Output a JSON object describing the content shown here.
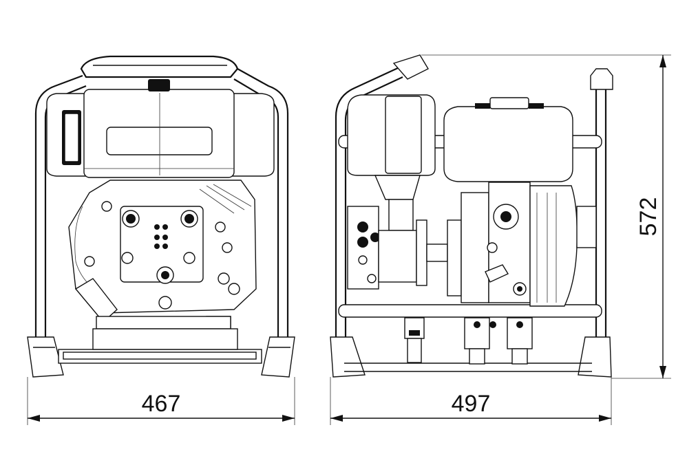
{
  "dimensions": {
    "front_width": "467",
    "side_depth": "497",
    "height": "572"
  },
  "colors": {
    "line": "#111111",
    "background": "#ffffff"
  }
}
